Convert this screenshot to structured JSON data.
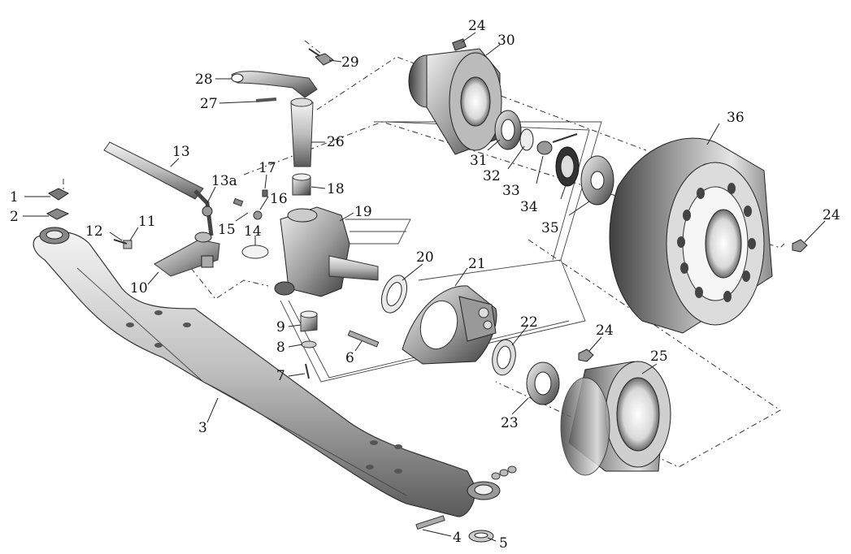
{
  "labels": {
    "l1": "1",
    "l2": "2",
    "l3": "3",
    "l4": "4",
    "l5": "5",
    "l6": "6",
    "l7": "7",
    "l8": "8",
    "l9": "9",
    "l10": "10",
    "l11": "11",
    "l12": "12",
    "l13": "13",
    "l13a": "13a",
    "l14": "14",
    "l15": "15",
    "l16": "16",
    "l17": "17",
    "l18": "18",
    "l19": "19",
    "l20": "20",
    "l21": "21",
    "l22": "22",
    "l23": "23",
    "l24a": "24",
    "l24b": "24",
    "l24c": "24",
    "l25": "25",
    "l26": "26",
    "l27": "27",
    "l28": "28",
    "l29": "29",
    "l30": "30",
    "l31": "31",
    "l32": "32",
    "l33": "33",
    "l34": "34",
    "l35": "35",
    "l36": "36"
  }
}
